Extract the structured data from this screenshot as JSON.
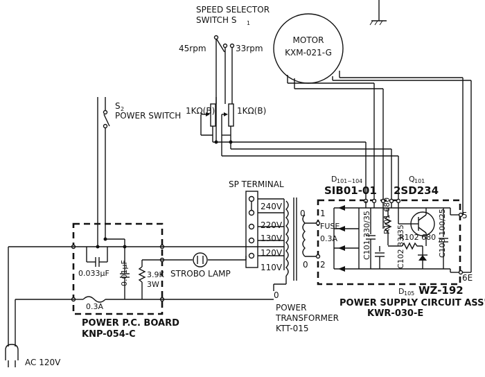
{
  "speed_selector": {
    "title": "SPEED SELECTOR",
    "switch_label": "SWITCH S",
    "switch_sub": "1",
    "pos_45": "45rpm",
    "pos_33": "33rpm"
  },
  "motor": {
    "label": "MOTOR",
    "model": "KXM-021-G"
  },
  "power_switch": {
    "ref": "S",
    "ref_sub": "2",
    "label": "POWER SWITCH"
  },
  "pots": {
    "left": "1KΩ(B)",
    "right": "1KΩ(B)"
  },
  "sp_terminal": {
    "label": "SP TERMINAL",
    "taps": [
      "240V",
      "220V",
      "130V",
      "120V",
      "110V"
    ]
  },
  "diodes": {
    "ref": "D",
    "ref_sub": "101~104",
    "part": "SIB01-01"
  },
  "transistor": {
    "ref": "Q",
    "ref_sub": "101",
    "part": "2SD234"
  },
  "supply": {
    "fuse": "FUSE",
    "fuse_rating": "0.3A",
    "c101": "C101 330/35",
    "c102": "C102 33/35",
    "r101": "R101 680",
    "r102": "R102 680",
    "c103": "C103 100/25",
    "term_1": "1",
    "term_2": "2",
    "term_5": "5",
    "term_6e": "6E",
    "d105_ref": "D",
    "d105_sub": "105",
    "d105_part": "WZ-192",
    "title": "POWER SUPPLY CIRCUIT ASS'Y",
    "model": "KWR-030-E"
  },
  "transformer": {
    "tap_0": "0",
    "out_0": "0",
    "line1": "POWER",
    "line2": "TRANSFORMER",
    "model": "KTT-015",
    "bottom_0": "0"
  },
  "power_board": {
    "cap1": "0.033μF",
    "cap2": "0.01μF",
    "res": "3.9K",
    "res_w": "3W",
    "fuse": "0.3A",
    "title": "POWER P.C. BOARD",
    "model": "KNP-054-C"
  },
  "strobo": {
    "label": "STROBO LAMP"
  },
  "ac": {
    "label": "AC  120V"
  }
}
